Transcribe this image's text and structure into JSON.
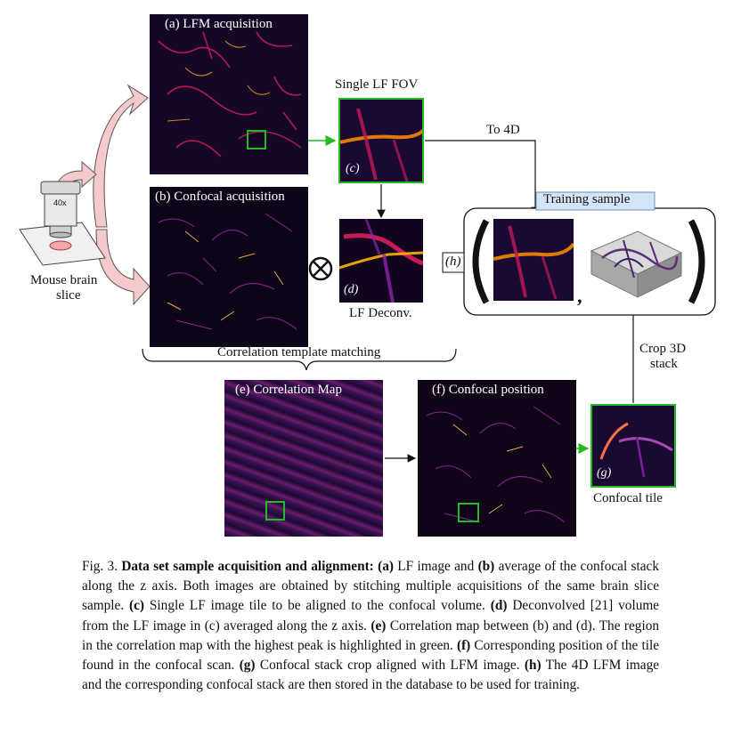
{
  "figure": {
    "panels": {
      "a": {
        "title": "(a) LFM acquisition"
      },
      "b": {
        "title": "(b) Confocal acquisition"
      },
      "c": {
        "label": "(c)"
      },
      "d": {
        "label": "(d)"
      },
      "e": {
        "title": "(e) Correlation Map"
      },
      "f": {
        "title": "(f) Confocal position"
      },
      "g": {
        "label": "(g)"
      },
      "h": {
        "label": "(h)"
      }
    },
    "labels": {
      "single_lf_fov": "Single LF FOV",
      "to_4d": "To 4D",
      "training_sample": "Training sample",
      "lf_deconv": "LF Deconv.",
      "mouse_brain_slice_1": "Mouse brain",
      "mouse_brain_slice_2": "slice",
      "objective": "40x",
      "correlation_template_matching": "Correlation template matching",
      "crop_3d_stack_1": "Crop 3D",
      "crop_3d_stack_2": "stack",
      "confocal_tile": "Confocal tile",
      "comma": ","
    },
    "colors": {
      "highlight": "#22bb22",
      "arrow_fill": "#f6caca",
      "dark": "#12041f"
    }
  },
  "caption": {
    "fig": "Fig. 3.",
    "title": "Data set sample acquisition and alignment:",
    "a": "(a)",
    "t1": "LF image and",
    "b": "(b)",
    "t2": "average of the confocal stack along the z axis. Both images are obtained by stitching multiple acquisitions of the same brain slice sample.",
    "c": "(c)",
    "t3": "Single LF image tile to be aligned to the confocal volume.",
    "d": "(d)",
    "t4": "Deconvolved [21] volume from the LF image in (c) averaged along the z axis.",
    "e": "(e)",
    "t5": "Correlation map between (b) and (d). The region in the correlation map with the highest peak is highlighted in green.",
    "f": "(f)",
    "t6": "Corresponding position of the tile found in the confocal scan.",
    "g": "(g)",
    "t7": "Confocal stack crop aligned with LFM image.",
    "h": "(h)",
    "t8": "The 4D LFM image and the corresponding confocal stack are then stored in the database to be used for training."
  }
}
